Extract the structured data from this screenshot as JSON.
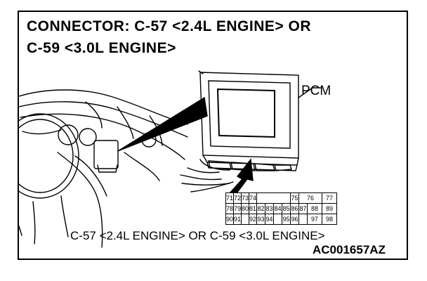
{
  "title": {
    "line1": "CONNECTOR: C-57 <2.4L ENGINE> OR",
    "line2": "C-59 <3.0L ENGINE>"
  },
  "pcm_label": "PCM",
  "caption": "C-57 <2.4L ENGINE> OR C-59 <3.0L ENGINE>",
  "figure_id": "AC001657AZ",
  "connector": {
    "rows": [
      [
        "71",
        "72",
        "73",
        "74",
        "",
        "",
        "",
        "",
        "75",
        "76",
        "77"
      ],
      [
        "78",
        "79",
        "80",
        "81",
        "82",
        "83",
        "84",
        "85",
        "86",
        "87",
        "88",
        "89"
      ],
      [
        "90",
        "91",
        "",
        "92",
        "93",
        "94",
        "",
        "95",
        "96",
        "",
        "97",
        "98"
      ]
    ]
  }
}
